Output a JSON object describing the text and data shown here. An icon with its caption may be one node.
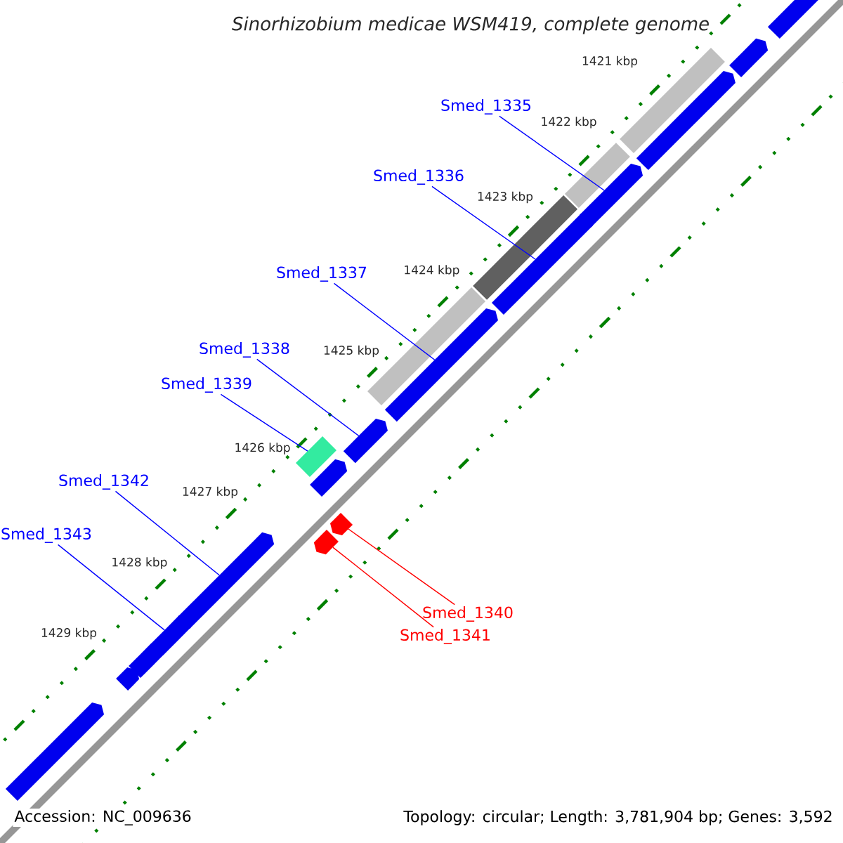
{
  "diagram": {
    "title": "Sinorhizobium medicae WSM419, complete genome",
    "nodes": [
      {
        "text": [
          "Smed_1335"
        ]
      },
      {
        "text": [
          "Smed_1336"
        ]
      },
      {
        "text": [
          "Smed_1337"
        ]
      },
      {
        "text": [
          "Smed_1338"
        ]
      },
      {
        "text": [
          "Smed_1339"
        ]
      },
      {
        "text": [
          "Smed_1342"
        ]
      },
      {
        "text": [
          "Smed_1343"
        ]
      },
      {
        "text": [
          "Smed_1340"
        ]
      },
      {
        "text": [
          "Smed_1341"
        ]
      },
      {
        "text": [],
        "shape": "arrow"
      },
      {
        "text": [],
        "shape": "arrow"
      },
      {
        "text": [],
        "shape": "bar"
      },
      {
        "text": [],
        "shape": "arrow"
      },
      {
        "text": [],
        "shape": "bar"
      },
      {
        "text": [],
        "shape": "arrow"
      },
      {
        "text": [],
        "shape": "bar"
      },
      {
        "text": [],
        "shape": "arrow"
      },
      {
        "text": [],
        "shape": "bar"
      },
      {
        "text": [],
        "shape": "arrow"
      },
      {
        "text": [],
        "shape": "arrow"
      },
      {
        "text": [],
        "shape": "bar"
      },
      {
        "text": [],
        "shape": "arrow"
      },
      {
        "text": [],
        "shape": "arrow"
      },
      {
        "text": [],
        "shape": "arrow"
      },
      {
        "text": [],
        "shape": "arrow"
      },
      {
        "text": [],
        "shape": "arrow"
      },
      {
        "text": [],
        "shape": "arrow"
      },
      {
        "text": [],
        "shape": "arrow"
      },
      {
        "text": [],
        "shape": "arrow"
      }
    ],
    "edges": [
      {
        "from": 0,
        "to": 14,
        "arrow": "none"
      },
      {
        "from": 1,
        "to": 16,
        "arrow": "none"
      },
      {
        "from": 2,
        "to": 18,
        "arrow": "none"
      },
      {
        "from": 3,
        "to": 19,
        "arrow": "none"
      },
      {
        "from": 4,
        "to": 20,
        "arrow": "none"
      },
      {
        "from": 5,
        "to": 24,
        "arrow": "none"
      },
      {
        "from": 6,
        "to": 25,
        "arrow": "none"
      },
      {
        "from": 7,
        "to": 22,
        "arrow": "none",
        "color": "#ff0000"
      },
      {
        "from": 8,
        "to": 23,
        "arrow": "none",
        "color": "#ff0000"
      }
    ],
    "labels": [
      "1421 kbp",
      "1422 kbp",
      "1423 kbp",
      "1424 kbp",
      "1425 kbp",
      "1426 kbp",
      "1427 kbp",
      "1428 kbp",
      "1429 kbp",
      "Accession: NC_009636",
      "Topology: circular; Length: 3,781,904 bp; Genes: 3,592"
    ]
  }
}
